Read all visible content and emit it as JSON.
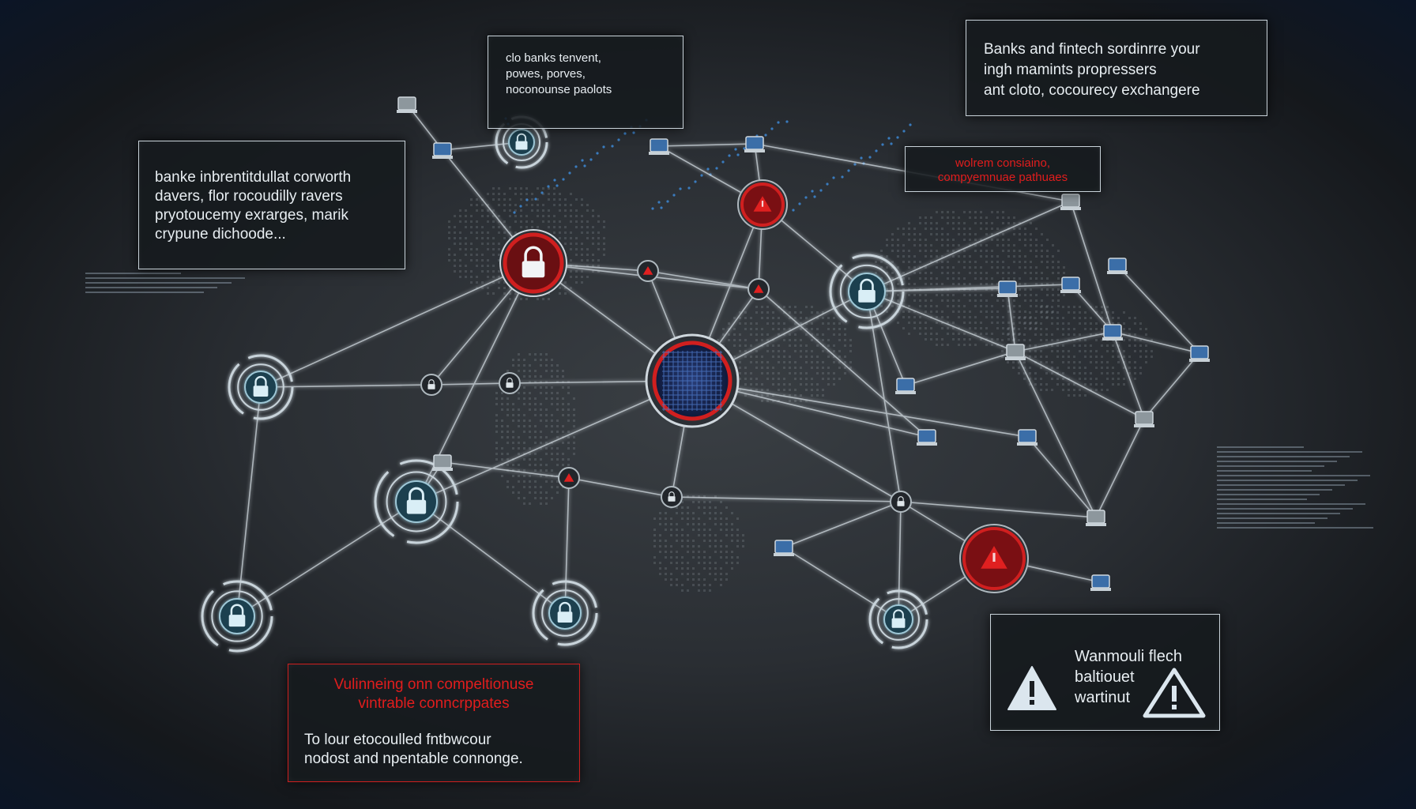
{
  "callouts": {
    "top_center": {
      "text": "clo banks tenvent,\npowes, porves,\nnoconounse paolots"
    },
    "top_right": {
      "text": "Banks and fintech sordinrre your\ningh mamints propressers\nant cloto, cocourecy exchangere"
    },
    "left": {
      "text": "banke inbrentitdullat corworth\ndavers, flor rocoudilly ravers\npryotoucemy exrarges, marik\ncrypune dichoode..."
    },
    "center_red": {
      "text": "wolrem consiaino,\ncompyemnuae pathuaes"
    },
    "bottom_left": {
      "red_text": "Vulinneing onn compeltionuse\nvintrable conncrppates",
      "text": "To lour etocoulled fntbwcour\nnodost and npentable connonge."
    },
    "bottom_right": {
      "text": "Wanmouli flech\nbaltiouet\nwartinut"
    }
  },
  "colors": {
    "link": "#dbe4ea",
    "secure_ring": "#c8d3da",
    "threat": "#d01f1f",
    "node_blue": "#3b6ea8"
  },
  "icons": {
    "secure_node": "padlock-icon",
    "threat_node": "warning-triangle-icon",
    "server_node": "server-icon",
    "hub": "circuit-core-icon"
  }
}
